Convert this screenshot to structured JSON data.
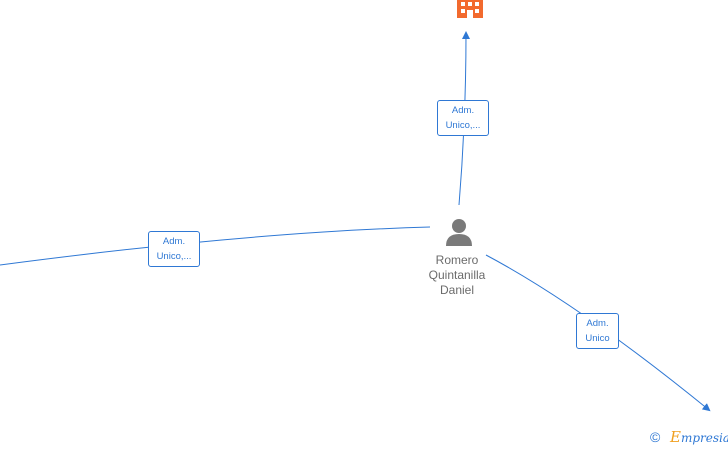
{
  "nodes": {
    "person": {
      "name_lines": [
        "Romero",
        "Quintanilla",
        "Daniel"
      ],
      "icon": "person-icon"
    },
    "company": {
      "icon": "building-icon",
      "color": "#f26a2e"
    }
  },
  "edges": {
    "top": {
      "label_lines": [
        "Adm.",
        "Unico,..."
      ]
    },
    "left": {
      "label_lines": [
        "Adm.",
        "Unico,..."
      ]
    },
    "right": {
      "label_lines": [
        "Adm.",
        "Unico"
      ]
    }
  },
  "colors": {
    "edge": "#2f78d4",
    "person": "#7a7a7a",
    "company": "#f26a2e"
  },
  "footer": {
    "copyright_symbol": "©",
    "brand_first_letter": "E",
    "brand_rest": "mpresia"
  }
}
